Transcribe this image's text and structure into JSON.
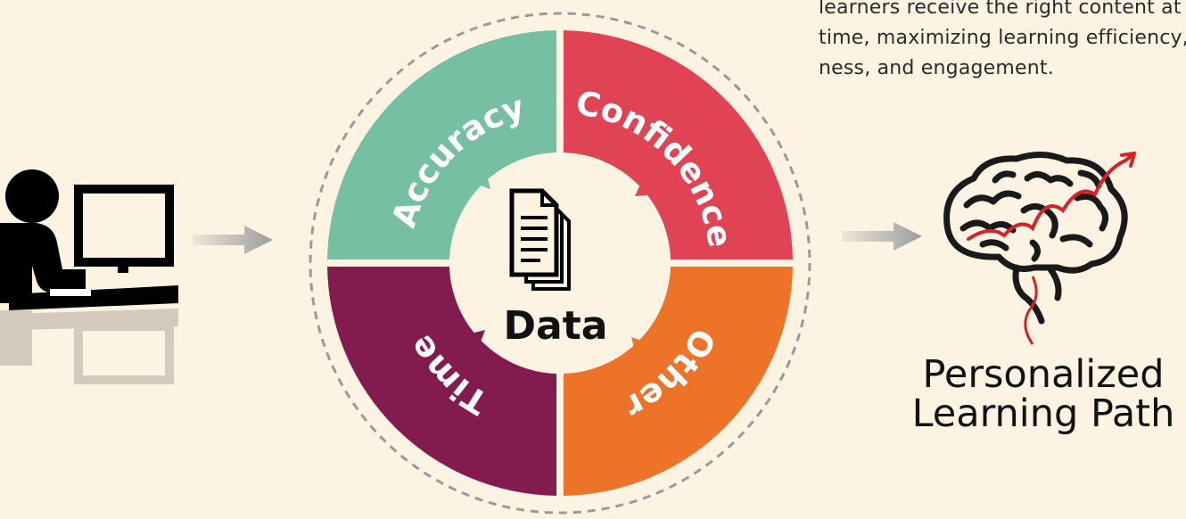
{
  "description": {
    "lines": [
      "learners receive the right content at",
      "time, maximizing learning efficiency,",
      "ness, and engagement."
    ]
  },
  "cycle": {
    "center_label": "Data",
    "segments": [
      {
        "label": "Accuracy",
        "color": "#76bfa3"
      },
      {
        "label": "Confidence",
        "color": "#e04454"
      },
      {
        "label": "Time",
        "color": "#ec7328"
      },
      {
        "label": "Other",
        "color": "#831b4e"
      }
    ]
  },
  "output": {
    "title_lines": [
      "Personalized",
      "Learning Path"
    ]
  },
  "icons": {
    "learner": "person-at-computer-icon",
    "center": "document-stack-icon",
    "brain": "brain-maze-icon",
    "arrows": "right-arrow-icon"
  },
  "colors": {
    "background": "#fcf3e3",
    "arrow": "#9d9d9d",
    "dashed_ring": "#9a9a9a",
    "maze_path": "#d8222a"
  }
}
